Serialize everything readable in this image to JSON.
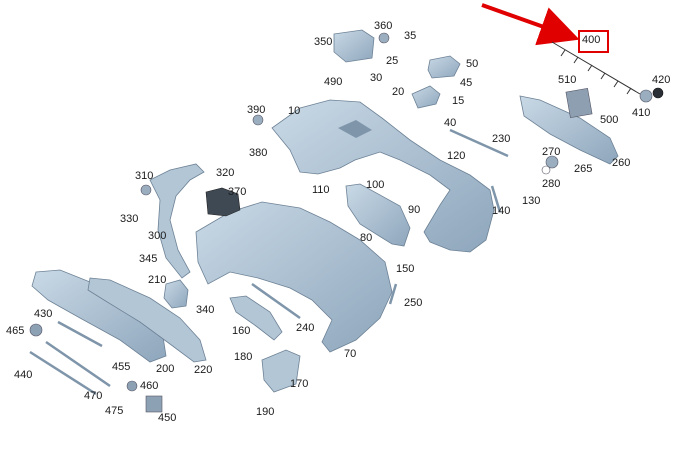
{
  "diagram": {
    "highlight_color": "#e00000",
    "part_color": "#a9bfd3",
    "part_stroke": "#6d8296",
    "labels": {
      "p10": "10",
      "p15": "15",
      "p20": "20",
      "p25": "25",
      "p30": "30",
      "p35": "35",
      "p40": "40",
      "p45": "45",
      "p50": "50",
      "p70": "70",
      "p80": "80",
      "p90": "90",
      "p100": "100",
      "p110": "110",
      "p120": "120",
      "p130": "130",
      "p140": "140",
      "p150": "150",
      "p160": "160",
      "p170": "170",
      "p180": "180",
      "p190": "190",
      "p200": "200",
      "p210": "210",
      "p220": "220",
      "p230": "230",
      "p240": "240",
      "p250": "250",
      "p260": "260",
      "p265": "265",
      "p270": "270",
      "p280": "280",
      "p300": "300",
      "p310": "310",
      "p320": "320",
      "p330": "330",
      "p340": "340",
      "p345": "345",
      "p350": "350",
      "p360": "360",
      "p370": "370",
      "p380": "380",
      "p390": "390",
      "p400": "400",
      "p410": "410",
      "p420": "420",
      "p430": "430",
      "p440": "440",
      "p450": "450",
      "p455": "455",
      "p460": "460",
      "p465": "465",
      "p470": "470",
      "p475": "475",
      "p490": "490",
      "p500": "500",
      "p510": "510"
    }
  }
}
